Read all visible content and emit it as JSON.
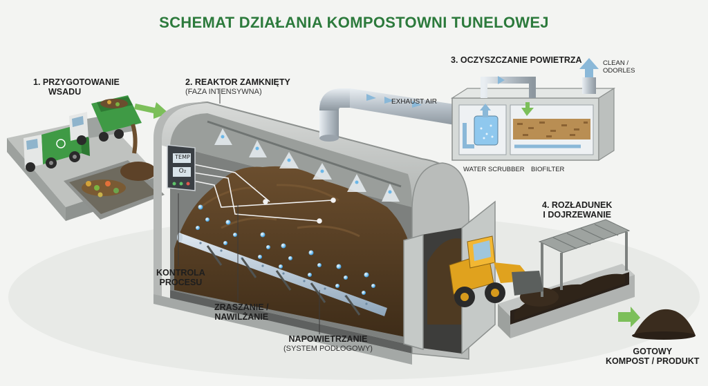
{
  "title": "SCHEMAT DZIAŁANIA KOMPOSTOWNI TUNELOWEJ",
  "labels": {
    "step1": [
      "1. PRZYGOTOWANIE",
      "WSADU"
    ],
    "step2": "2. REAKTOR ZAMKNIĘTY",
    "step2_sub": "(FAZA INTENSYWNA)",
    "step3": "3. OCZYSZCZANIE POWIETRZA",
    "step4": [
      "4. ROZŁADUNEK",
      "I DOJRZEWANIE"
    ],
    "exhaust": "EXHAUST AIR",
    "clean": [
      "CLEAN /",
      "ODORLES"
    ],
    "scrubber": "WATER SCRUBBER",
    "biofilter": "BIOFILTER",
    "control": [
      "KONTROLA",
      "PROCESU"
    ],
    "sprinkling": [
      "ZRASZANIE /",
      "NAWILŻANIE"
    ],
    "aeration": "NAPOWIETRZANIE",
    "aeration_sub": "(SYSTEM PODŁOGOWY)",
    "product": [
      "GOTOWY",
      "KOMPOST / PRODUKT"
    ],
    "panel_temp": "TEMP",
    "panel_o2": "O₂"
  },
  "colors": {
    "title": "#2c7a3c",
    "concrete": "#c9ccca",
    "compost": "#5a4125",
    "arrow": "#7cbf5a",
    "air_arrow": "#8ab8d8",
    "truck_green": "#3f9a45",
    "loader_yellow": "#e0a21e"
  }
}
